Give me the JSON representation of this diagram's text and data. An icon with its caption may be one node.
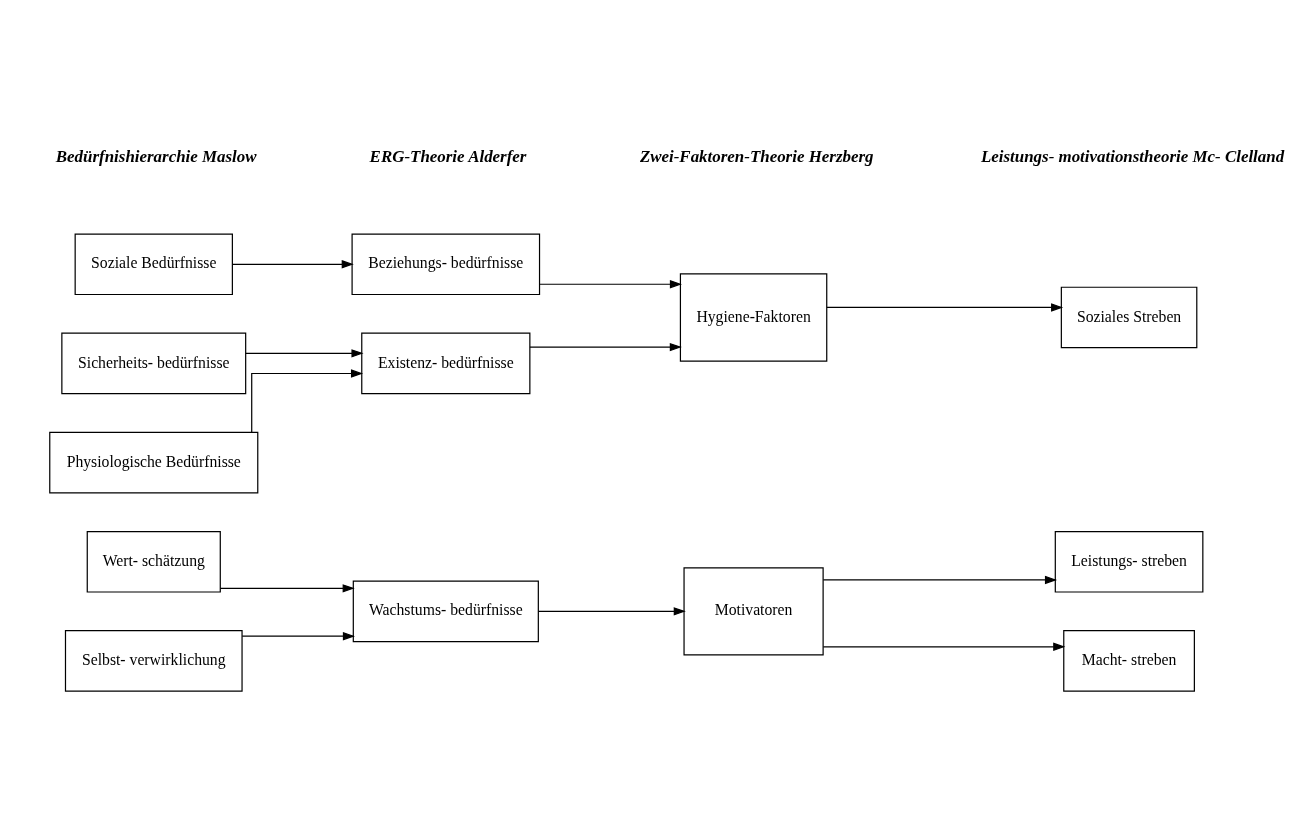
{
  "diagram": {
    "nodes": [
      {
        "text": [
          "Selbst- verwirklichung"
        ]
      },
      {
        "text": [
          "Wert- schätzung"
        ]
      },
      {
        "text": [
          "Soziale Bedürfnisse"
        ]
      },
      {
        "text": [
          "Sicherheits- bedürfnisse"
        ]
      },
      {
        "text": [
          "Physiologische Bedürfnisse"
        ]
      },
      {
        "text": [
          "Wachstums- bedürfnisse"
        ]
      },
      {
        "text": [
          "Beziehungs- bedürfnisse"
        ]
      },
      {
        "text": [
          "Existenz- bedürfnisse"
        ]
      },
      {
        "text": [
          "Motivatoren"
        ]
      },
      {
        "text": [
          "Hygiene-Faktoren"
        ]
      },
      {
        "text": [
          "Leistungs- streben"
        ]
      },
      {
        "text": [
          "Macht- streben"
        ]
      },
      {
        "text": [
          "Soziales Streben"
        ]
      }
    ],
    "edges": [
      {
        "from": 0,
        "to": 5,
        "arrow": "to"
      },
      {
        "from": 1,
        "to": 5,
        "arrow": "to"
      },
      {
        "from": 2,
        "to": 6,
        "arrow": "to"
      },
      {
        "from": 3,
        "to": 7,
        "arrow": "to"
      },
      {
        "from": 4,
        "to": 7,
        "arrow": "to"
      },
      {
        "from": 5,
        "to": 8,
        "arrow": "to"
      },
      {
        "from": 6,
        "to": 9,
        "arrow": "to"
      },
      {
        "from": 7,
        "to": 9,
        "arrow": "to"
      },
      {
        "from": 8,
        "to": 10,
        "arrow": "to"
      },
      {
        "from": 8,
        "to": 11,
        "arrow": "to"
      },
      {
        "from": 9,
        "to": 12,
        "arrow": "to"
      }
    ],
    "labels": [
      "Bedürfnishierarchie Maslow",
      "ERG-Theorie Alderfer",
      "Zwei-Faktoren-Theorie Herzberg",
      "Leistungs- motivationstheorie Mc- Clelland"
    ]
  }
}
